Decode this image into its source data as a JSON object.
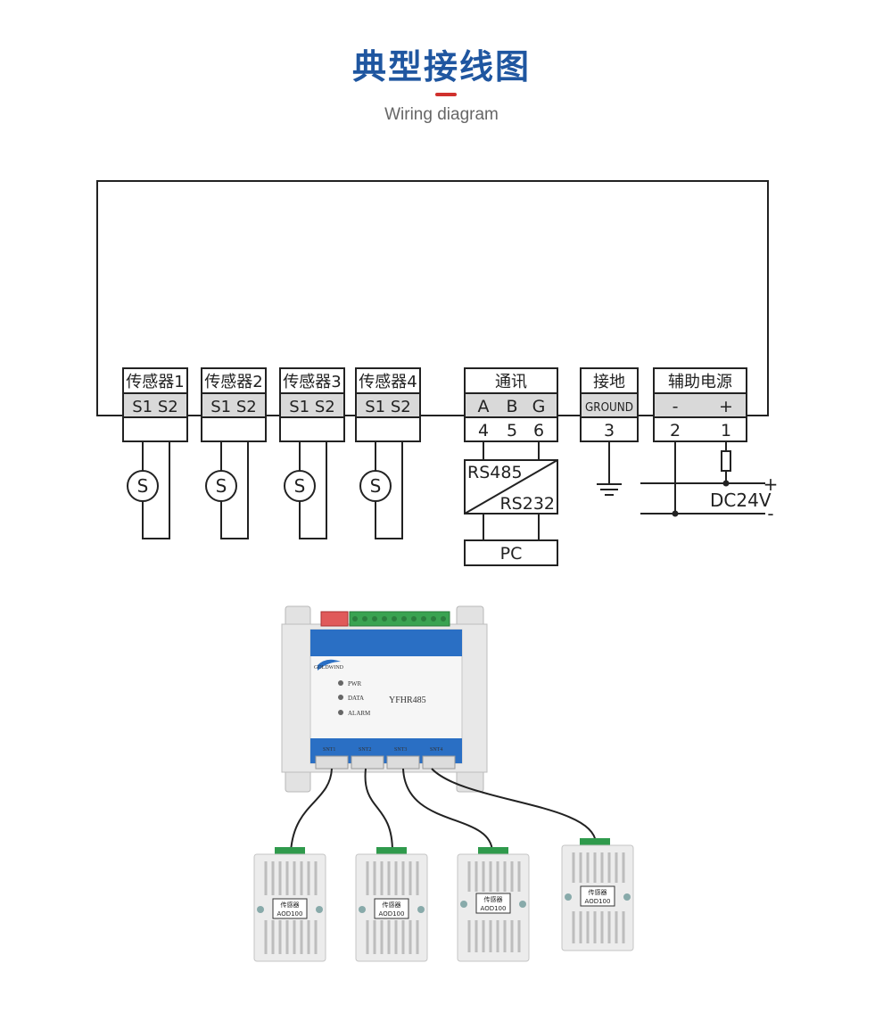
{
  "header": {
    "title": "典型接线图",
    "subtitle": "Wiring diagram"
  },
  "colors": {
    "title": "#1f56a0",
    "accent_bar": "#d0312d",
    "line": "#222222",
    "shade": "#d9d9d9"
  },
  "diagram": {
    "sensor_terminals": [
      {
        "label": "传感器1",
        "pins": "S1 S2"
      },
      {
        "label": "传感器2",
        "pins": "S1 S2"
      },
      {
        "label": "传感器3",
        "pins": "S1 S2"
      },
      {
        "label": "传感器4",
        "pins": "S1 S2"
      }
    ],
    "sensor_symbol": "S",
    "comm": {
      "label": "通讯",
      "pins": [
        "A",
        "B",
        "G"
      ],
      "numbers": [
        "4",
        "5",
        "6"
      ]
    },
    "ground": {
      "label": "接地",
      "pin": "GROUND",
      "number": "3"
    },
    "power": {
      "label": "辅助电源",
      "pins": [
        "-",
        "+"
      ],
      "numbers": [
        "2",
        "1"
      ]
    },
    "converter": {
      "top": "RS485",
      "bottom": "RS232"
    },
    "pc": "PC",
    "dc": {
      "label": "DC24V",
      "plus": "+",
      "minus": "-"
    }
  },
  "device": {
    "model": "YFHR485",
    "brand": "GOLDWIND",
    "leds": [
      "PWR",
      "DATA",
      "ALARM"
    ],
    "ports": [
      "SNT1",
      "SNT2",
      "SNT3",
      "SNT4"
    ],
    "sensor_tag_line1": "传感器",
    "sensor_tag_line2": "AOD100"
  }
}
